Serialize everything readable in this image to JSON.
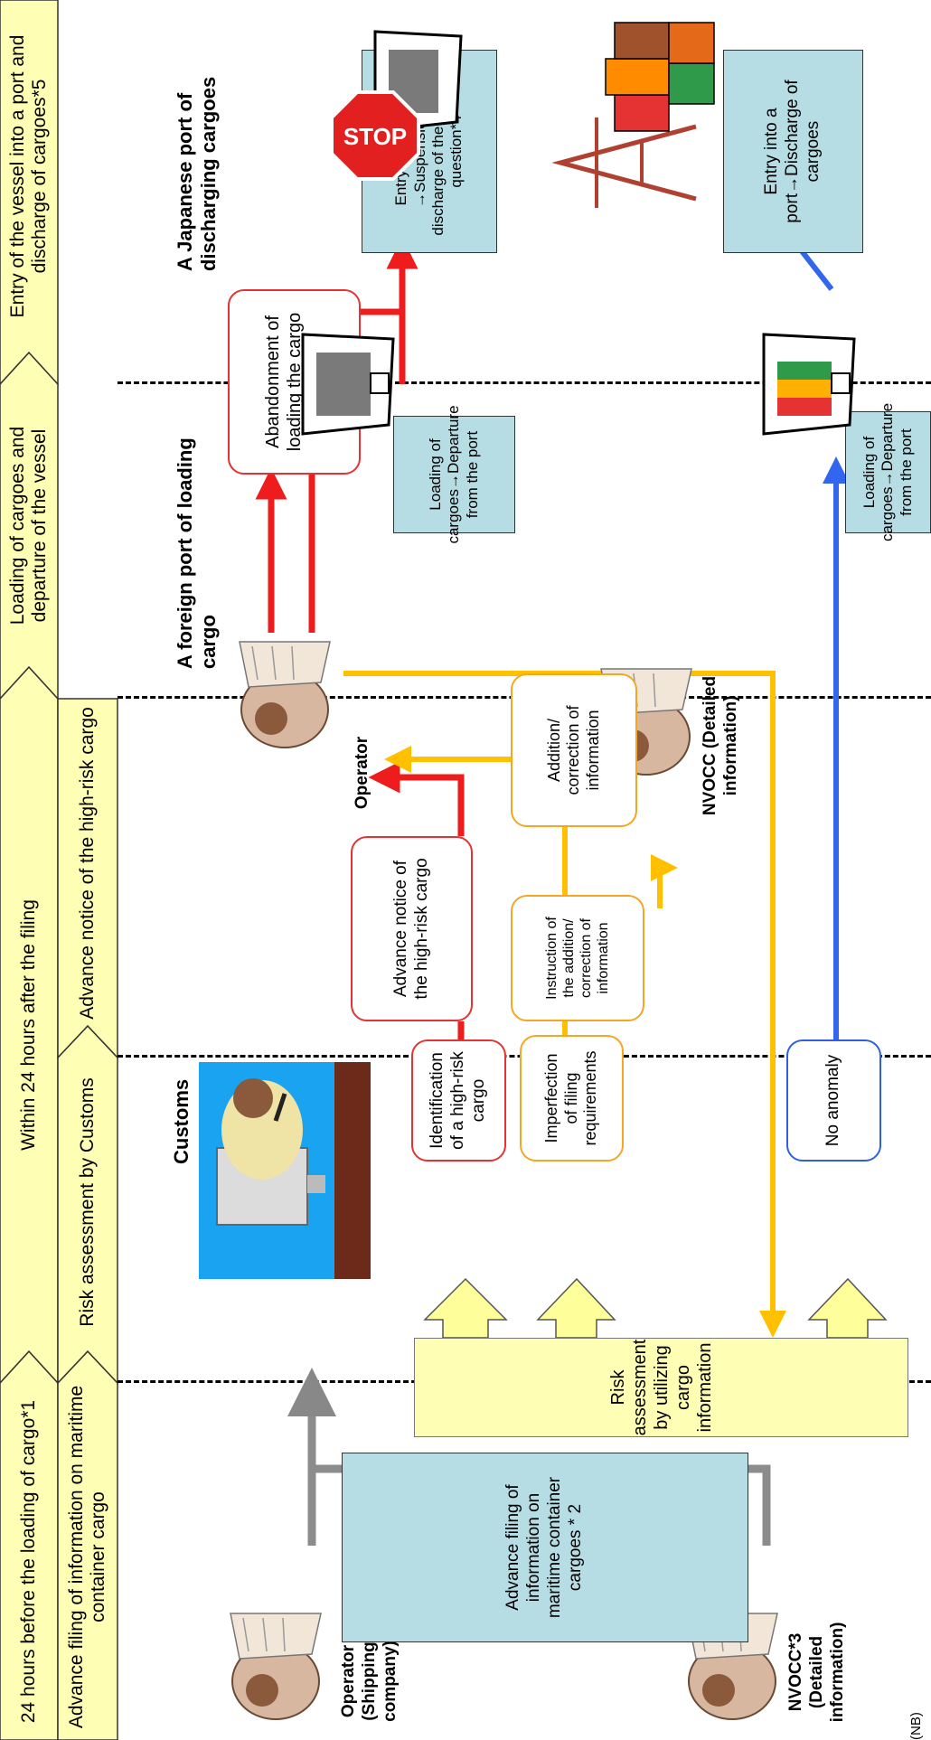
{
  "timeline": {
    "row1": [
      "24 hours before the loading of cargo*1",
      "Within 24 hours after the filing",
      "Loading of cargoes and departure of the vessel",
      "Entry of the vessel into a port and discharge of cargoes*5"
    ],
    "row2": [
      "Advance filing of information on maritime container cargo",
      "Risk assessment by Customs",
      "Advance notice of the high-risk cargo"
    ]
  },
  "sections": {
    "customs": "Customs",
    "foreign_port": "A foreign port of loading cargo",
    "japanese_port": "A Japanese port of discharging cargoes"
  },
  "actors": {
    "operator_shipping": "Operator (Shipping company)",
    "nvocc_filer": "NVOCC*3 (Detailed information)",
    "operator": "Operator",
    "nvocc": "NVOCC (Detailed information)"
  },
  "boxes": {
    "advance_filing": "Advance filing of information on maritime container cargoes * 2",
    "risk_assessment": "Risk assessment by utilizing cargo information",
    "identification": "Identification of a high-risk cargo",
    "imperfection": "Imperfection of filing requirements",
    "no_anomaly": "No anomaly",
    "advance_notice": "Advance notice of the high-risk cargo",
    "instruction": "Instruction of the addition/ correction of information",
    "addition_correction": "Addition/ correction of information",
    "abandonment": "Abandonment of loading the cargo on a vessel",
    "loading_departure_1": "Loading of cargoes→Departure from the port",
    "loading_departure_2": "Loading of cargoes→Departure from the port",
    "suspension": "Entry into a port →Suspension of discharge of the cargo in question*4",
    "entry_discharge": "Entry into a port→Discharge of cargoes"
  },
  "stop_sign": "STOP",
  "footnote": "(NB)",
  "colors": {
    "timeline_fill": "#fefeb4",
    "risk_red": "#e53333",
    "correction_orange": "#ffc000",
    "clear_blue": "#3366ee",
    "filing_gray": "#888888",
    "teal_box": "#b7dde4"
  },
  "icons": [
    "person-icon",
    "customs-officer-icon",
    "ship-icon",
    "stop-sign-icon",
    "crane-icon",
    "containers-icon"
  ]
}
